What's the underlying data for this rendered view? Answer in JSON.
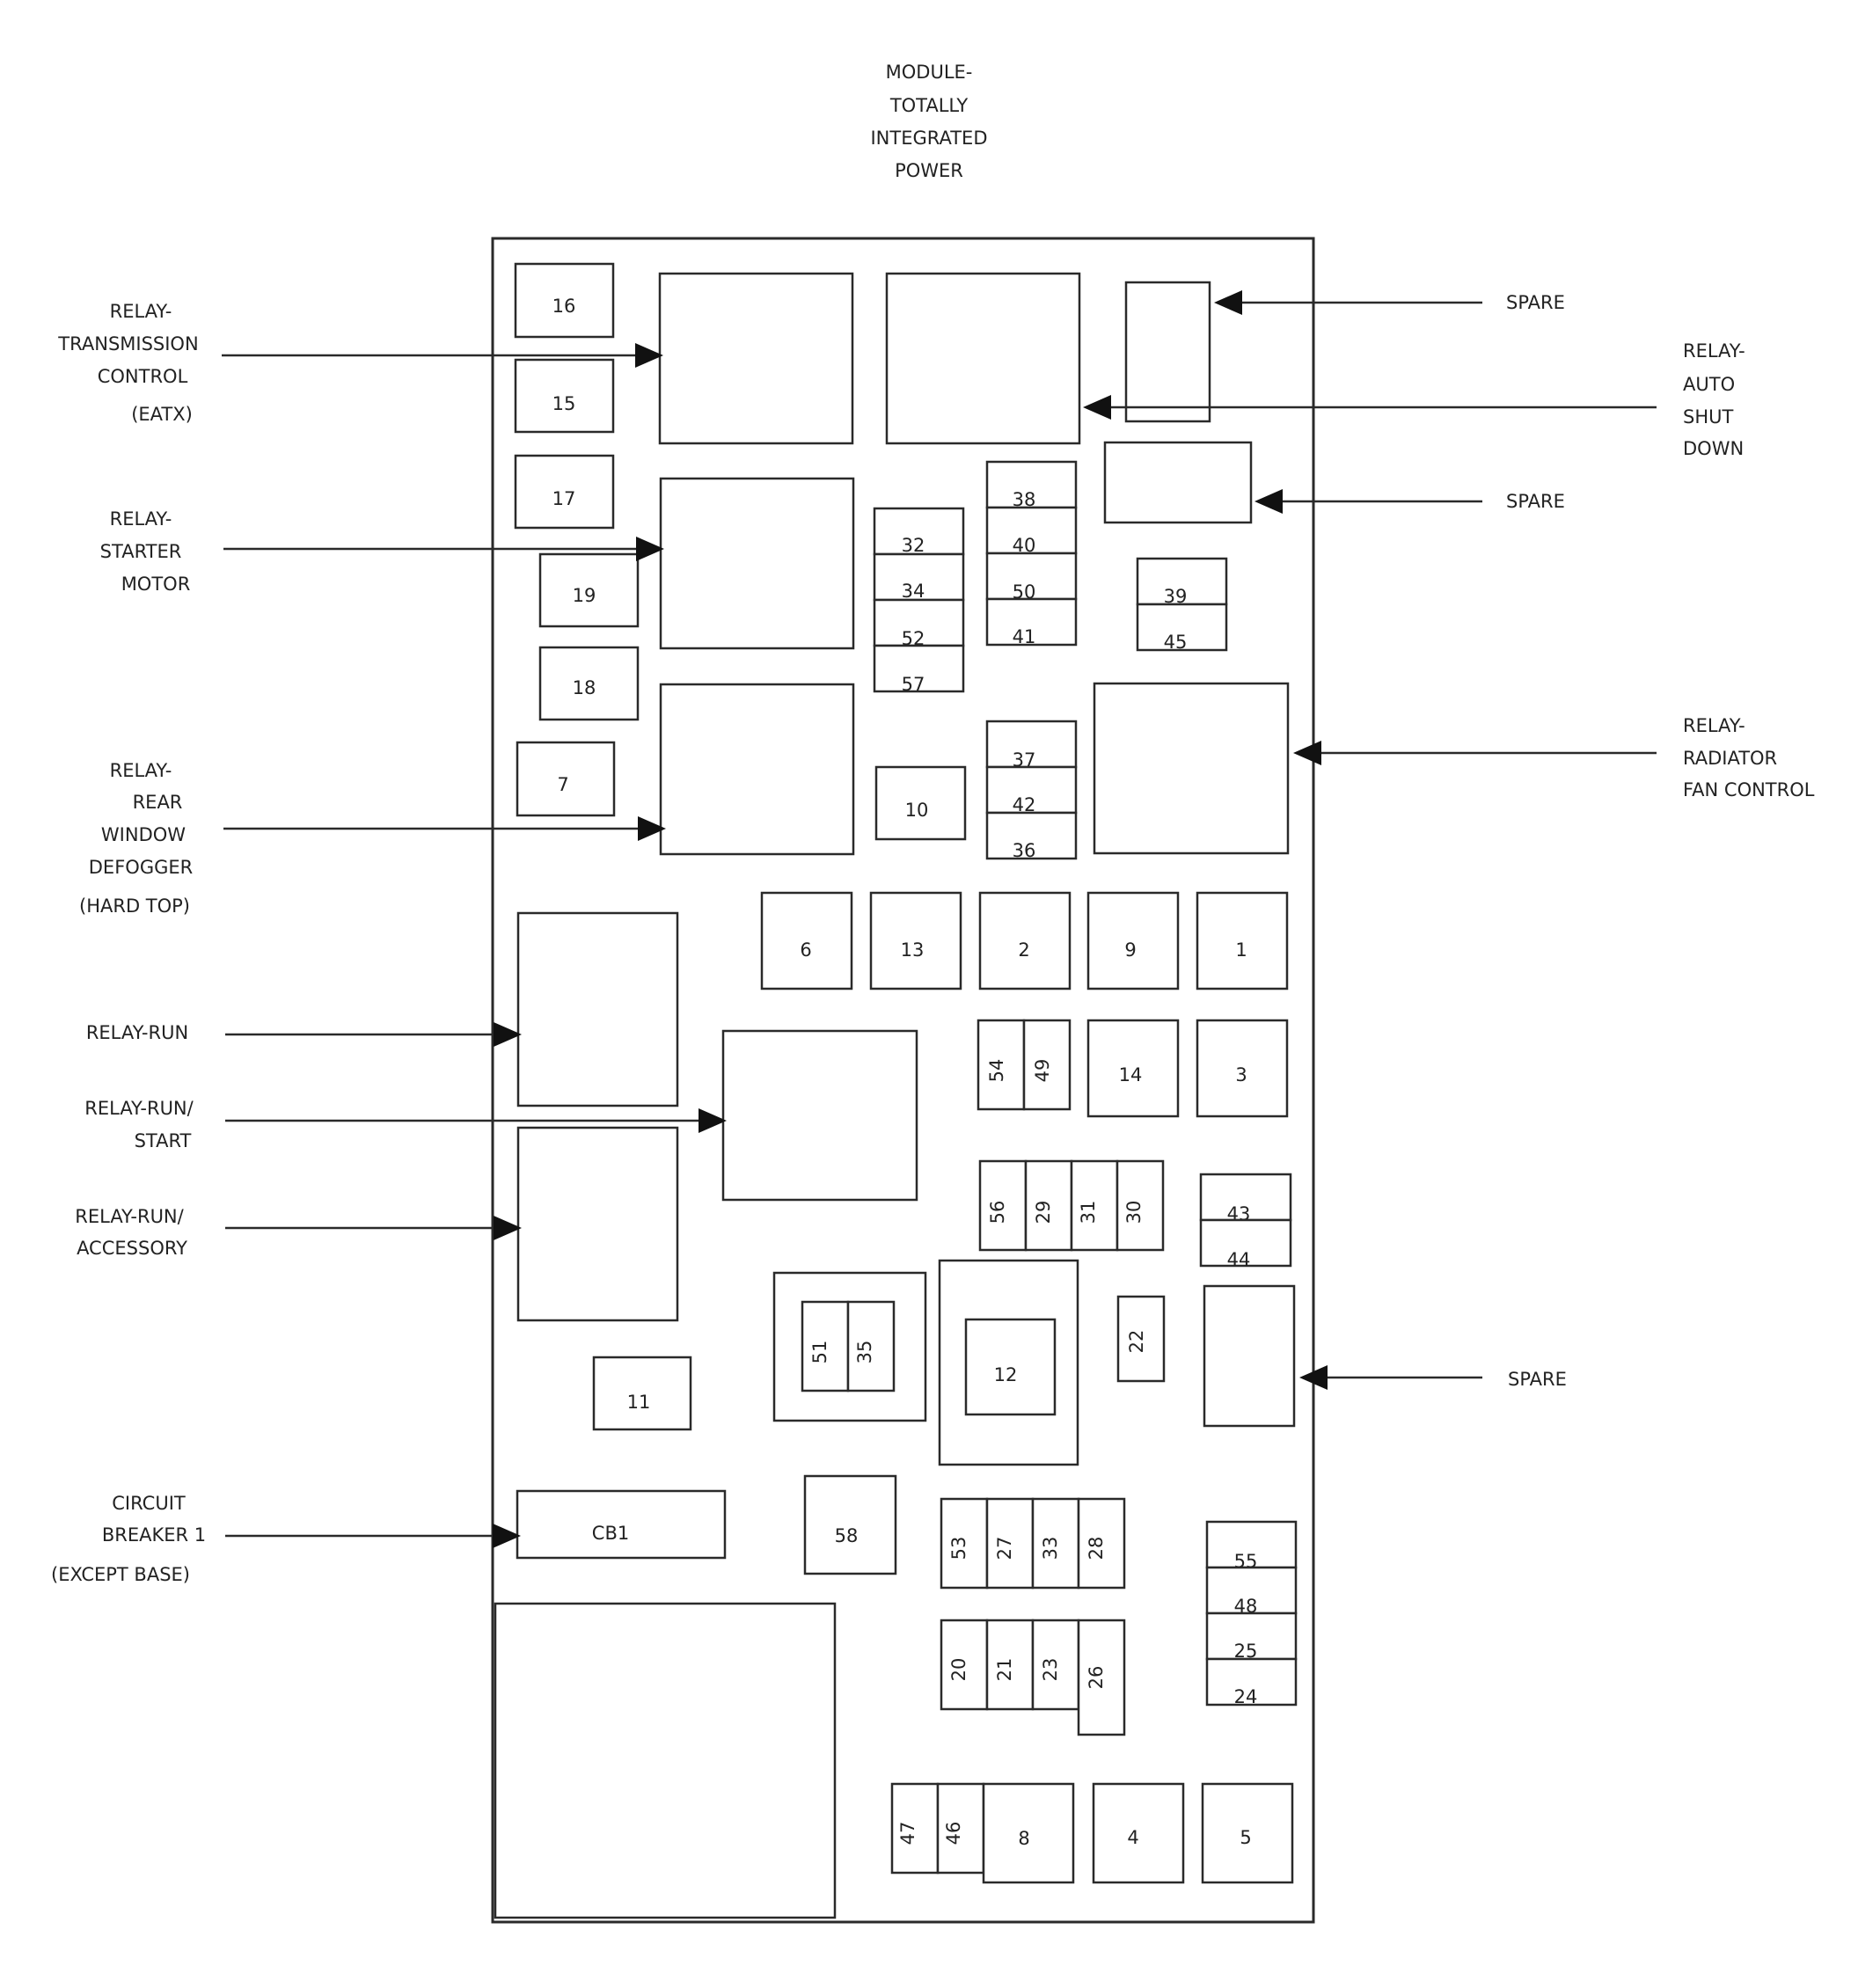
{
  "title": [
    "MODULE-",
    "TOTALLY",
    "INTEGRATED",
    "POWER"
  ],
  "callouts": {
    "relay_transmission": [
      "RELAY-",
      "TRANSMISSION",
      "CONTROL",
      "(EATX)"
    ],
    "relay_starter": [
      "RELAY-",
      "STARTER",
      "MOTOR"
    ],
    "relay_rear_window": [
      "RELAY-",
      "REAR",
      "WINDOW",
      "DEFOGGER",
      "(HARD TOP)"
    ],
    "relay_run": [
      "RELAY-RUN"
    ],
    "relay_run_start": [
      "RELAY-RUN/",
      "START"
    ],
    "relay_run_accessory": [
      "RELAY-RUN/",
      "ACCESSORY"
    ],
    "circuit_breaker": [
      "CIRCUIT",
      "BREAKER 1",
      "(EXCEPT BASE)"
    ],
    "spare_top": [
      "SPARE"
    ],
    "relay_auto_shut_down": [
      "RELAY-",
      "AUTO",
      "SHUT",
      "DOWN"
    ],
    "spare_mid": [
      "SPARE"
    ],
    "relay_radiator_fan": [
      "RELAY-",
      "RADIATOR",
      "FAN CONTROL"
    ],
    "spare_bottom": [
      "SPARE"
    ]
  },
  "fuses": {
    "f16": "16",
    "f15": "15",
    "f17": "17",
    "f19": "19",
    "f18": "18",
    "f7": "7",
    "f32": "32",
    "f34": "34",
    "f52": "52",
    "f57": "57",
    "f38": "38",
    "f40": "40",
    "f50": "50",
    "f41": "41",
    "f39": "39",
    "f45": "45",
    "f37": "37",
    "f42": "42",
    "f36": "36",
    "f10": "10",
    "f6": "6",
    "f13": "13",
    "f2": "2",
    "f9": "9",
    "f1": "1",
    "f54": "54",
    "f49": "49",
    "f14": "14",
    "f3": "3",
    "f56": "56",
    "f29": "29",
    "f31": "31",
    "f30": "30",
    "f43": "43",
    "f44": "44",
    "f51": "51",
    "f35": "35",
    "f12": "12",
    "f22": "22",
    "f11": "11",
    "cb1": "CB1",
    "f58": "58",
    "f53": "53",
    "f27": "27",
    "f33": "33",
    "f28": "28",
    "f55": "55",
    "f48": "48",
    "f25": "25",
    "f24": "24",
    "f20": "20",
    "f21": "21",
    "f23": "23",
    "f26": "26",
    "f47": "47",
    "f46": "46",
    "f8": "8",
    "f4": "4",
    "f5": "5"
  },
  "colors": {
    "line": "#2a2a2a",
    "arrowhead": "#111111",
    "background": "#ffffff"
  }
}
